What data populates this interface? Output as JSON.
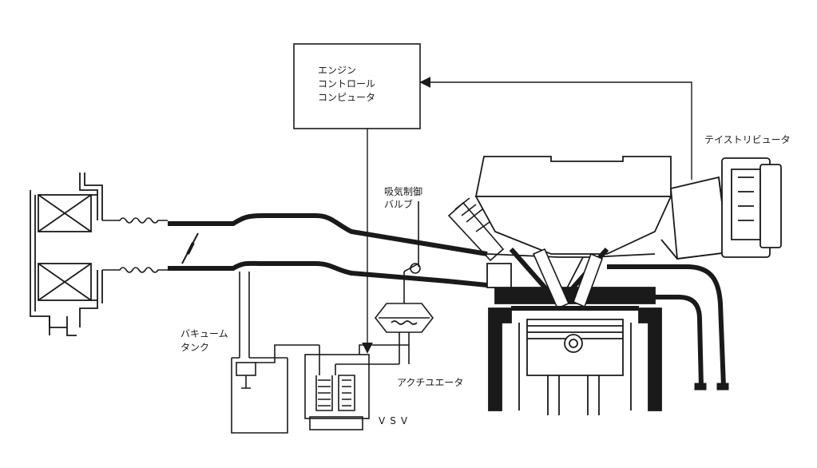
{
  "ecu": {
    "lines": [
      "エンジン",
      "コントロール",
      "コンピュータ"
    ]
  },
  "labels": {
    "distributor": "テイストリビュータ",
    "intake_valve": [
      "吸気制御",
      "バルブ"
    ],
    "vacuum_tank": [
      "バキューム",
      "タンク"
    ],
    "actuator": "アクチユエータ",
    "vsv": "VSV"
  },
  "colors": {
    "ink": "#1a1a1a",
    "paper": "#ffffff"
  }
}
